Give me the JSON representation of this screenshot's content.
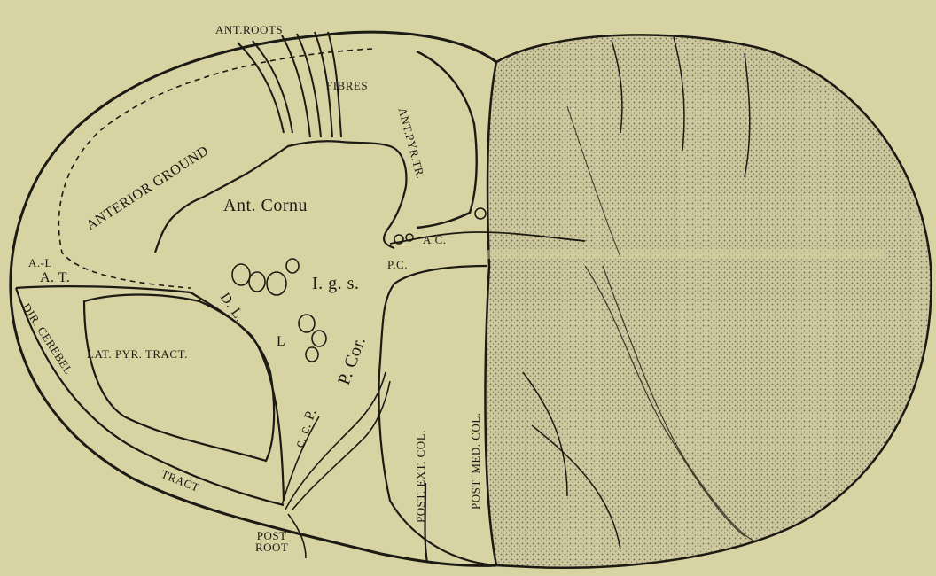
{
  "figure": {
    "background": "#d8d3a2",
    "ink": "#1c1a14",
    "stipple_fill": "#c9c39a"
  },
  "labels": {
    "ant_roots": "ANT.ROOTS",
    "fibres": "FIBRES",
    "ant_pyr_tr": "ANT.PYR.TR.",
    "anterior_ground": "ANTERIOR GROUND",
    "ant_cornu": "Ant. Cornu",
    "a_c": "A.C.",
    "p_c": "P.C.",
    "a_l": "A.-L",
    "a_t": "A. T.",
    "i_g_s": "I. g. s.",
    "d_l": "D. L.",
    "l": "L",
    "p_cor": "P. Cor.",
    "c_c_p": "c. c. P.",
    "dir_cerebel": "DIR. CEREBEL",
    "tract": "TRACT",
    "lat_pyr_tract": "LAT. PYR. TRACT.",
    "post_ext_col": "POST. EXT. COL.",
    "post_med_col": "POST. MED. COL.",
    "post_root": "POST\nROOT"
  }
}
